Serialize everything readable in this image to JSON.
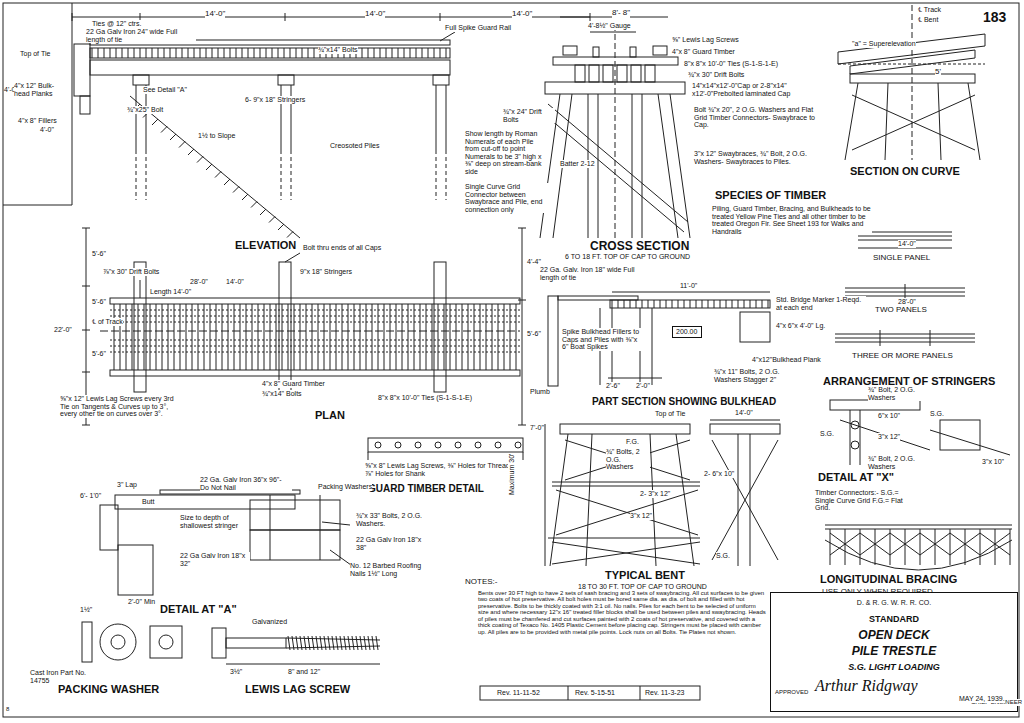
{
  "diagram": {
    "nodes": [
      {
        "text": [
          "200.00"
        ]
      },
      {
        "text": [
          "D. & R. G. W. R. R. CO.",
          "STANDARD",
          "OPEN DECK",
          "PILE TRESTLE",
          "S.G. LIGHT LOADING",
          "APPROVED",
          "Arthur Ridgway",
          "CHIEF ENGINEER",
          "MAY 24, 1939."
        ]
      }
    ],
    "labels": [
      "14'-0\"",
      "14'-0\"",
      "14'-0\"",
      "Ties @ 12\" ctrs.",
      "22 Ga Galv Iron 24\" wide Full length of tie",
      "Full Spike Guard Rail",
      "Top of Tie",
      "4'-0\"",
      "4\"x 12\" Bulk-head Planks",
      "4\"x 8\" Fillers",
      "4'-0\"",
      "¾\"x14\" Bolts",
      "See Detail \"A\"",
      "¾\"x25\" Bolt",
      "6- 9\"x 18\" Stringers",
      "Creosoted Piles",
      "1½ to Slope",
      "ELEVATION",
      "8'- 8\"",
      "4'-8½\" Gauge",
      "⅝\" Lewis Lag Screws",
      "4\"x 8\" Guard Timber",
      "8\"x 8\"x 10'-0\" Ties (S-1-S-1-E)",
      "¾\"x 30\" Drift Bolts",
      "14\"x14\"x12'-0\"Cap or 2-8\"x14\" x12'-0\"Prebolted laminated Cap",
      "Bolt ¾\"x 20\", 2 O.G. Washers and Flat Grid Timber Connectors- Swaybrace to Cap.",
      "3\"x 12\" Swaybraces, ¾\" Bolt, 2 O.G. Washers- Swaybraces to Piles.",
      "¾\"x 24\" Drift Bolts",
      "Show length by Roman Numerals of each Pile from cut-off to point Numerals to be 3\" high x ⅜\" deep on stream-bank side",
      "Single Curve Grid Connector between Swaybrace and Pile, end connection only",
      "Batter 2-12",
      "CROSS SECTION",
      "6 TO 18 FT. TOP OF CAP TO GROUND",
      "℄ Track",
      "℄ Bent",
      "183",
      "\"a\" = Superelevation",
      "5'",
      "SECTION ON CURVE",
      "SPECIES OF TIMBER",
      "Piling, Guard Timber, Bracing, and Bulkheads to be treated Yellow Pine Ties and all other timber to be treated Oregon Fir. See Sheet 193 for Walks and Handrails",
      "14'-0\"",
      "SINGLE PANEL",
      "28'-0\"",
      "TWO PANELS",
      "THREE OR MORE PANELS",
      "ARRANGEMENT OF STRINGERS",
      "Bolt thru ends of all Caps",
      "⅞\"x 30\" Drift Bolts",
      "9\"x 18\" Stringers",
      "Length 14'-0\"",
      "28'-0\"",
      "14'-0\"",
      "5'-6\"",
      "5'-6\"",
      "22'-0\"",
      "℄ of Track",
      "5'-6\"",
      "5'-6\"",
      "4'-4\"",
      "5'-6\"",
      "⅝\"x 12\" Lewis Lag Screws every 3rd Tie on Tangents & Curves up to 3°, every other tie on curves over 3°.",
      "4\"x 8\" Guard Timber",
      "¾\"x14\" Bolts",
      "PLAN",
      "8\"x 8\"x 10'-0\" Ties (S-1-S-1-E)",
      "⅝\"x 8\" Lewis Lag Screws, ⅜\" Holes for Threads, ⅞\" Holes for Shank",
      "GUARD TIMBER DETAIL",
      "22 Ga. Galv. Iron 18\" wide Full length of tie",
      "11'-0\"",
      "Std. Bridge Marker 1-Reqd. at each end",
      "4\"x 6\"x 4'-0\" Lg.",
      "Spike Bulkhead Fillers to Caps and Piles with ⅜\"x 6\" Boat Spikes",
      "4\"x12\"Bulkhead Plank",
      "¾\"x 11\" Bolts, 2 O.G. Washers Stagger 2\"",
      "Plumb",
      "2'-6\"",
      "2'-0\"",
      "PART SECTION SHOWING BULKHEAD",
      "Top of Tie",
      "14'-0\"",
      "7'-0\"",
      "F.G.",
      "¾\" Bolts, 2 O.G. Washers",
      "2- 3\"x 12\"",
      "2- 6\"x 10\"",
      "3\"x 12\"",
      "S.G.",
      "Maximum 30'",
      "TYPICAL BENT",
      "18 TO 30 FT. TOP OF CAP TO GROUND",
      "¾\" Bolt, 2 O.G. Washers",
      "S.G.",
      "S.G.",
      "6\"x 10\"",
      "3\"x 12\"",
      "3\"x 10\"",
      "¾\" Bolt, 2 O.G. Washers",
      "DETAIL AT \"X\"",
      "Timber Connectors:- S.G.= Single Curve Grid F.G.= Flat Grid.",
      "LONGITUDINAL BRACING",
      "USE ONLY WHEN REQUIRED",
      "NOTES:-",
      "Bents over 30 FT high to have 2 sets of sash bracing and 3 sets of swaybracing. All cut surfaces to be given two coats of hot preservative. All bolt holes must be bored same dia. as dia. of bolt and filled with hot preservative. Bolts to be thickly coated with 3:1 oil. No nails. Piles for each bent to be selected of uniform size and where necessary 12\"x 16\" treated filler blocks shall be used between piles and swaybracing. Heads of piles must be chamfered and cut surfaces painted with 2 coats of hot preservative, and covered with a thick coating of Texaco No. 1405 Plastic Cement before placing cap. Stringers must be placed with camber up. All piles are to be provided with metal pile points. Lock nuts on all Bolts. Tie Plates not shown.",
      "Rev. 11-11-52",
      "Rev. 5-15-51",
      "Rev. 11-3-23",
      "3\" Lap",
      "6'- 1'0\"",
      "Butt",
      "22 Ga. Galv Iron 36\"x 96\"- Do Not Nail",
      "Packing Washers",
      "Size to depth of shallowest stringer",
      "¾\"x 33\" Bolts, 2 O.G. Washers.",
      "22 Ga Galv Iron 18\"x 38\"",
      "22 Ga Galv Iron 18\"x 32\"",
      "No. 12 Barbed Roofing Nails 1½\" Long",
      "2'-0\" Min",
      "DETAIL AT \"A\"",
      "Galvanized",
      "1½\"",
      "Cast Iron Part No. 14755",
      "PACKING WASHER",
      "3½\"",
      "8\" and 12\"",
      "LEWIS LAG SCREW",
      "8"
    ]
  }
}
